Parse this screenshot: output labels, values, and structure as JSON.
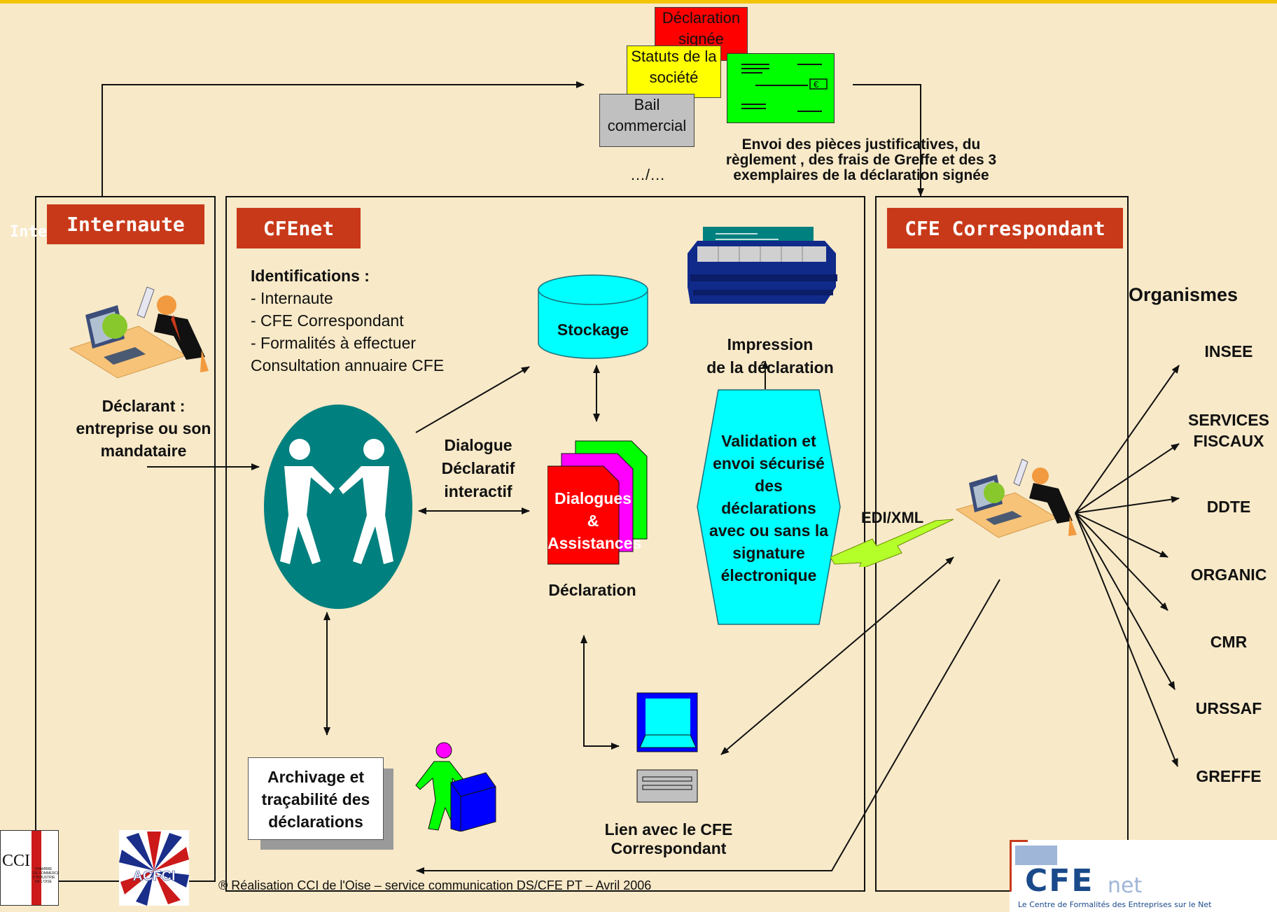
{
  "docs": {
    "declaration": [
      "Déclaration",
      "signée"
    ],
    "statuts": [
      "Statuts de la",
      "société"
    ],
    "bail": [
      "Bail",
      "commercial"
    ],
    "etc": "…/…",
    "euro": "€"
  },
  "envoi": [
    "Envoi des pièces justificatives, du",
    "règlement , des frais de Greffe et des 3",
    "exemplaires de la déclaration signée"
  ],
  "panels": {
    "internaute": "Internaute",
    "internaute_ghost": "Inte",
    "cfenet": "CFEnet",
    "correspondant": "CFE Correspondant"
  },
  "declarant": [
    "Déclarant  :",
    "entreprise ou son",
    "mandataire"
  ],
  "identifications": {
    "title": "Identifications :",
    "items": [
      "- Internaute",
      "- CFE Correspondant",
      "- Formalités à effectuer",
      "Consultation annuaire CFE"
    ]
  },
  "stockage": "Stockage",
  "impression": [
    "Impression",
    "de la déclaration"
  ],
  "dialogue": [
    "Dialogue",
    "Déclaratif",
    "interactif"
  ],
  "dialogues_pages": [
    "Dialogues",
    "&",
    "Assistances"
  ],
  "declaration_label": "Déclaration",
  "validation": [
    "Validation et",
    "envoi sécurisé",
    "des",
    "déclarations",
    "avec ou sans la",
    "signature",
    "électronique"
  ],
  "edi": "EDI/XML",
  "archivage": [
    "Archivage et",
    "traçabilité des",
    "déclarations"
  ],
  "lien": [
    "Lien avec le CFE",
    "Correspondant"
  ],
  "organismes": {
    "title": "Organismes",
    "items": [
      "INSEE",
      [
        "SERVICES",
        "FISCAUX"
      ],
      "DDTE",
      "ORGANIC",
      "CMR",
      "URSSAF",
      "GREFFE"
    ]
  },
  "footer": "® Réalisation CCI de l'Oise – service communication DS/CFE PT – Avril 2006",
  "logos": {
    "cci": "CCI",
    "cci_sub": [
      "CHAMBRE",
      "DE COMMERCE",
      "D'INDUSTRIE",
      "DE L'OISE"
    ],
    "acfci": "ACFCI",
    "cfenet_main": "CFE",
    "cfenet_net": "net",
    "cfenet_tagline": "Le Centre de Formalités des Entreprises sur le Net"
  },
  "colors": {
    "background": "#f8e9c8",
    "header": "#c8391a",
    "teal": "#00807e",
    "cyan": "#00ffff",
    "red_doc": "#ff0000",
    "yellow_doc": "#ffff00",
    "green_doc": "#00ff00",
    "grey_doc": "#c0c0c0",
    "navy": "#102a8a"
  },
  "icons": [
    "handshake-icon",
    "printer-icon",
    "database-icon",
    "computer-icon",
    "lightning-icon",
    "person-at-computer-icon",
    "person-with-box-icon"
  ]
}
